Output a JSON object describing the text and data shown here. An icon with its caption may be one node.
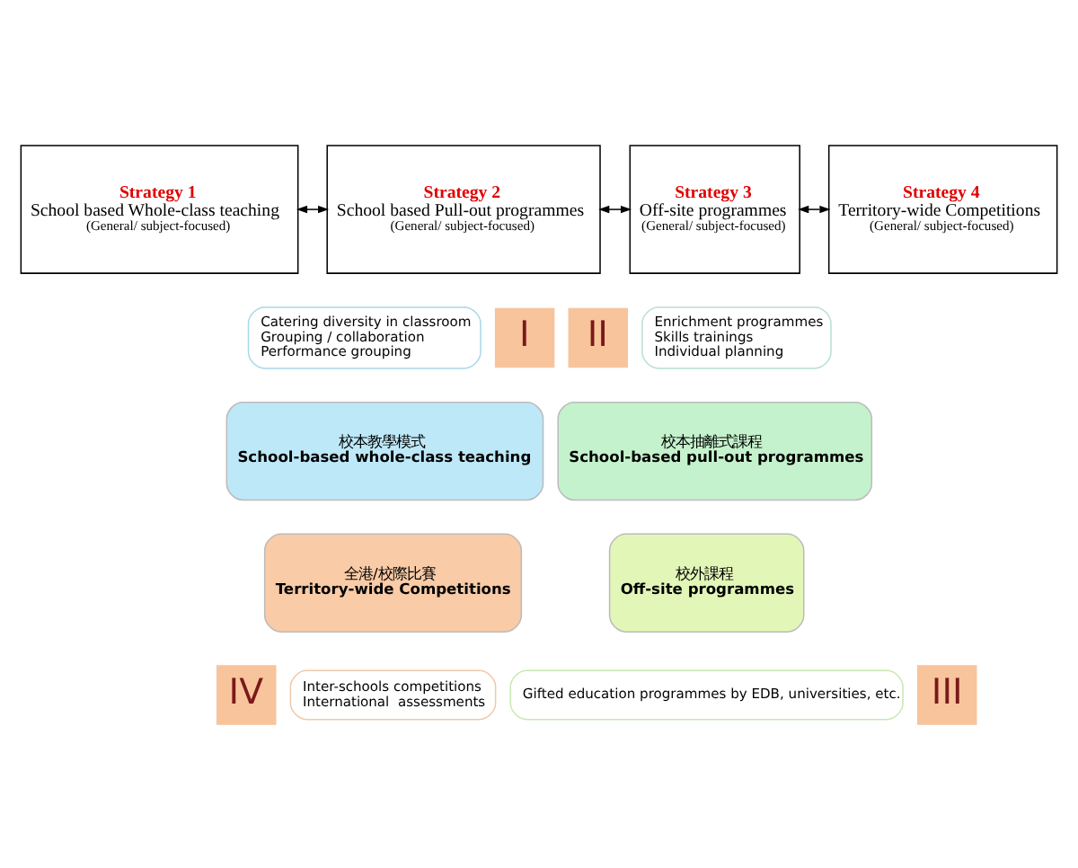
{
  "diagram": {
    "nodes": [
      {
        "text": [
          "Strategy 1",
          "School based Whole-class teaching",
          "(General/ subject-focused)"
        ]
      },
      {
        "text": [
          "Strategy 2",
          "School based Pull-out programmes",
          "(General/ subject-focused)"
        ]
      },
      {
        "text": [
          "Strategy 3",
          "Off-site programmes",
          "(General/ subject-focused)"
        ]
      },
      {
        "text": [
          "Strategy 4",
          "Territory-wide Competitions",
          "(General/ subject-focused)"
        ]
      },
      {
        "text": [
          "Catering diversity in classroom",
          "Grouping / collaboration",
          "Performance grouping"
        ]
      },
      {
        "text": [
          "I"
        ]
      },
      {
        "text": [
          "校本教學模式",
          "School-based whole-class teaching"
        ]
      },
      {
        "text": [
          "校本抽離式課程",
          "School-based pull-out programmes"
        ]
      },
      {
        "text": [
          "Enrichment programmes",
          "Skills trainings",
          "Individual planning"
        ]
      },
      {
        "text": [
          "II"
        ]
      },
      {
        "text": [
          "IV"
        ]
      },
      {
        "text": [
          "全港/校際比賽",
          "Territory-wide Competitions"
        ]
      },
      {
        "text": [
          "校外課程",
          "Off-site programmes"
        ]
      },
      {
        "text": [
          "III"
        ]
      },
      {
        "text": [
          "Inter-schools competitions",
          "International  assessments"
        ]
      },
      {
        "text": [
          "Gifted education programmes by EDB, universities, etc."
        ]
      }
    ],
    "edges": [
      {
        "from": 0,
        "to": 1,
        "arrow": "both"
      },
      {
        "from": 1,
        "to": 2,
        "arrow": "both"
      },
      {
        "from": 2,
        "to": 3,
        "arrow": "both"
      }
    ]
  }
}
